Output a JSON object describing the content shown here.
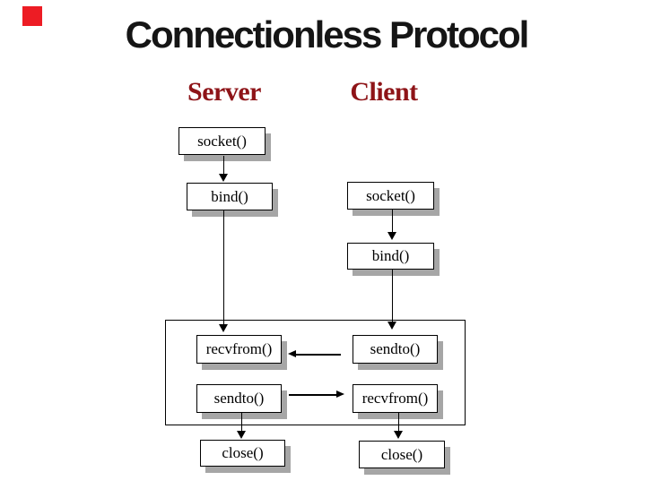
{
  "slide": {
    "title": "Connectionless Protocol",
    "headings": {
      "server": "Server",
      "client": "Client"
    }
  },
  "flow": {
    "server": {
      "socket": "socket()",
      "bind": "bind()",
      "recvfrom": "recvfrom()",
      "sendto": "sendto()",
      "close": "close()"
    },
    "client": {
      "socket": "socket()",
      "bind": "bind()",
      "sendto": "sendto()",
      "recvfrom": "recvfrom()",
      "close": "close()"
    }
  },
  "edges": [
    {
      "from": "server.socket",
      "to": "server.bind"
    },
    {
      "from": "server.bind",
      "to": "server.recvfrom"
    },
    {
      "from": "client.socket",
      "to": "client.bind"
    },
    {
      "from": "client.bind",
      "to": "client.sendto"
    },
    {
      "from": "client.sendto",
      "to": "server.recvfrom"
    },
    {
      "from": "server.sendto",
      "to": "client.recvfrom"
    },
    {
      "from": "server.sendto",
      "to": "server.close"
    },
    {
      "from": "client.recvfrom",
      "to": "client.close"
    }
  ],
  "colors": {
    "accent_red": "#ED1C24",
    "heading_red": "#8E1418",
    "shadow_gray": "#A6A6A6",
    "line_black": "#000000"
  }
}
